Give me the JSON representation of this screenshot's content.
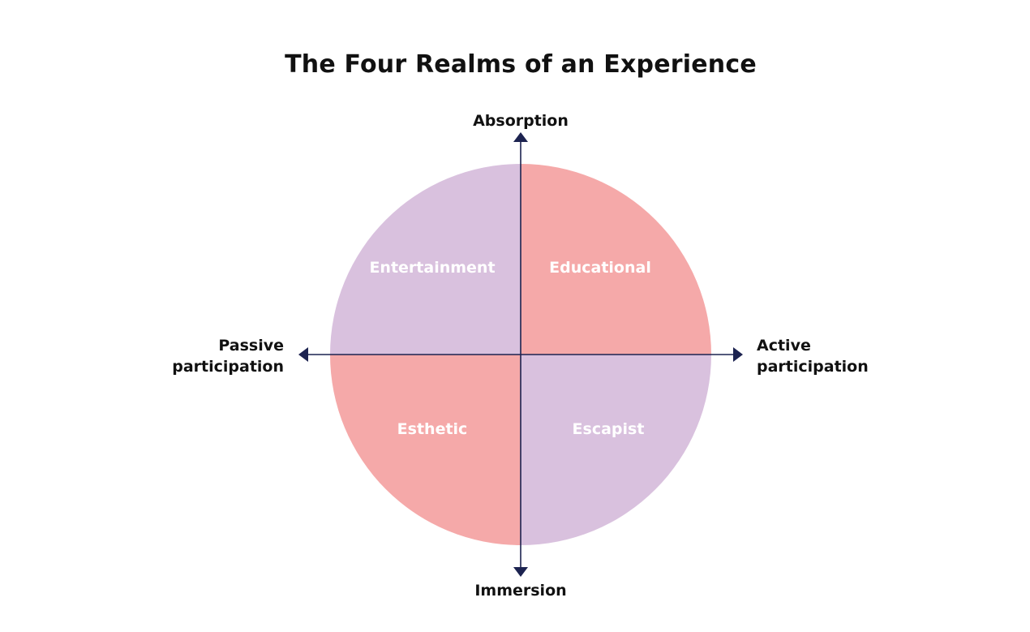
{
  "title": "The Four Realms of an Experience",
  "axes": {
    "top": "Absorption",
    "bottom": "Immersion",
    "left": [
      "Passive",
      "participation"
    ],
    "right": [
      "Active",
      "participation"
    ]
  },
  "quadrants": {
    "top_left": {
      "label": "Entertainment",
      "color": "#d9c1de"
    },
    "top_right": {
      "label": "Educational",
      "color": "#f5a9a9"
    },
    "bottom_left": {
      "label": "Esthetic",
      "color": "#f5a9a9"
    },
    "bottom_right": {
      "label": "Escapist",
      "color": "#d9c1de"
    }
  },
  "colors": {
    "axis": "#1c2350",
    "quadrant_text": "#ffffff"
  }
}
